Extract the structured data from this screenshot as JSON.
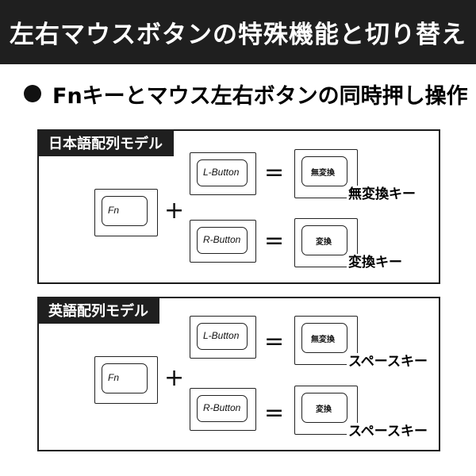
{
  "header": {
    "title": "左右マウスボタンの特殊機能と切り替え"
  },
  "subtitle": {
    "text": "Fnキーとマウス左右ボタンの同時押し操作"
  },
  "panels": [
    {
      "label": "日本語配列モデル",
      "fn_key": "Fn",
      "plus": "+",
      "rows": [
        {
          "button": "L-Button",
          "equals": "=",
          "key": "無変換",
          "result": "無変換キー"
        },
        {
          "button": "R-Button",
          "equals": "=",
          "key": "変換",
          "result": "変換キー"
        }
      ]
    },
    {
      "label": "英語配列モデル",
      "fn_key": "Fn",
      "plus": "+",
      "rows": [
        {
          "button": "L-Button",
          "equals": "=",
          "key": "無変換",
          "result": "スペースキー"
        },
        {
          "button": "R-Button",
          "equals": "=",
          "key": "変換",
          "result": "スペースキー"
        }
      ]
    }
  ]
}
